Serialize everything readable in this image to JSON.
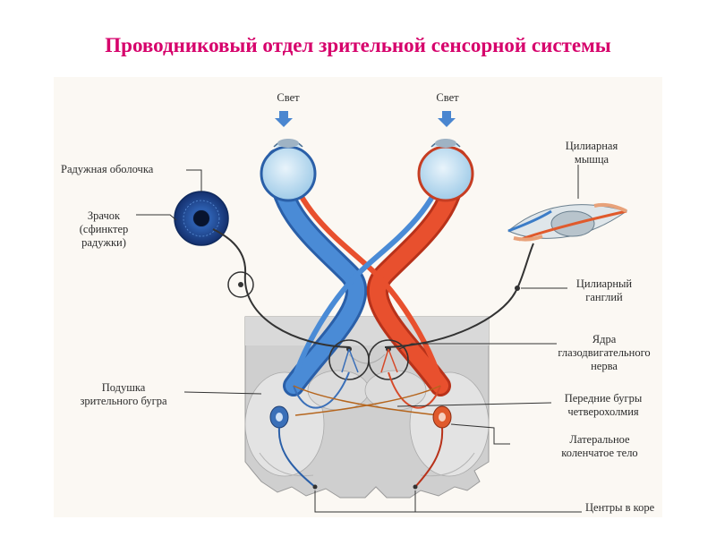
{
  "title": "Проводниковый отдел зрительной сенсорной системы",
  "colors": {
    "title": "#d6006b",
    "left_pathway": "#3a78c4",
    "right_pathway": "#e2452a",
    "brain": "#c9c9c9",
    "iris": "#1d3f86"
  },
  "labels": {
    "light_left": "Свет",
    "light_right": "Свет",
    "iris": "Радужная оболочка",
    "pupil": [
      "Зрачок",
      "(сфинктер",
      "радужки)"
    ],
    "ciliary_muscle": [
      "Цилиарная",
      "мышца"
    ],
    "ciliary_ganglion": [
      "Цилиарный",
      "ганглий"
    ],
    "oculomotor_nuclei": [
      "Ядра",
      "глазодвигательного",
      "нерва"
    ],
    "pulvinar": [
      "Подушка",
      "зрительного бугра"
    ],
    "superior_colliculi": [
      "Передние бугры",
      "четверохолмия"
    ],
    "lgn": [
      "Латеральное",
      "коленчатое тело"
    ],
    "cortex_centers": "Центры в коре"
  }
}
